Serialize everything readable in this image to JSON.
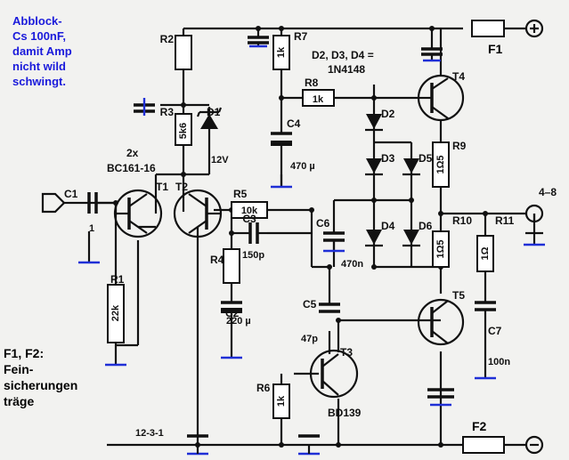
{
  "note_top": [
    "Abblock-",
    "Cs 100nF,",
    "damit Amp",
    "nicht  wild",
    "schwingt."
  ],
  "note_bottom": [
    "F1, F2:",
    "Fein-",
    "sicherungen",
    "träge"
  ],
  "figure_number": "12-3-1",
  "diode_note": "D2, D3, D4 =",
  "diode_type": "1N4148",
  "transistor_pair": "2x",
  "transistor_pair_type": "BC161-16",
  "output_label": "4–8",
  "components": {
    "R2": "R2",
    "R3": "R3",
    "R3_val": "5k6",
    "D1": "D1",
    "D1_val": "12V",
    "R7": "R7",
    "R7_val": "1k",
    "R8": "R8",
    "R8_val": "1k",
    "C4": "C4",
    "C4_val": "470 µ",
    "T4": "T4",
    "D2": "D2",
    "D3": "D3",
    "D4": "D4",
    "D5": "D5",
    "D6": "D6",
    "R9": "R9",
    "R9_val": "1Ω5",
    "C1": "C1",
    "C1_val": "1",
    "T1": "T1",
    "T2": "T2",
    "R5": "R5",
    "R5_val": "10k",
    "C3": "C3",
    "C3_val": "150p",
    "C6": "C6",
    "C6_val": "470n",
    "R10": "R10",
    "R10_val": "1Ω5",
    "R11": "R11",
    "R11_val": "1Ω",
    "R4": "R4",
    "C2": "C2",
    "C2_val": "220 µ",
    "R1": "R1",
    "R1_val": "22k",
    "C5": "C5",
    "C5_val": "47p",
    "T5": "T5",
    "C7": "C7",
    "C7_val": "100n",
    "T3": "T3",
    "T3_val": "BD139",
    "R6": "R6",
    "R6_val": "1k",
    "F1": "F1",
    "F2": "F2"
  },
  "colors": {
    "wire": "#111111",
    "ground": "#1f2fd6",
    "note": "#1a1adb",
    "paper": "#f2f2f0"
  }
}
